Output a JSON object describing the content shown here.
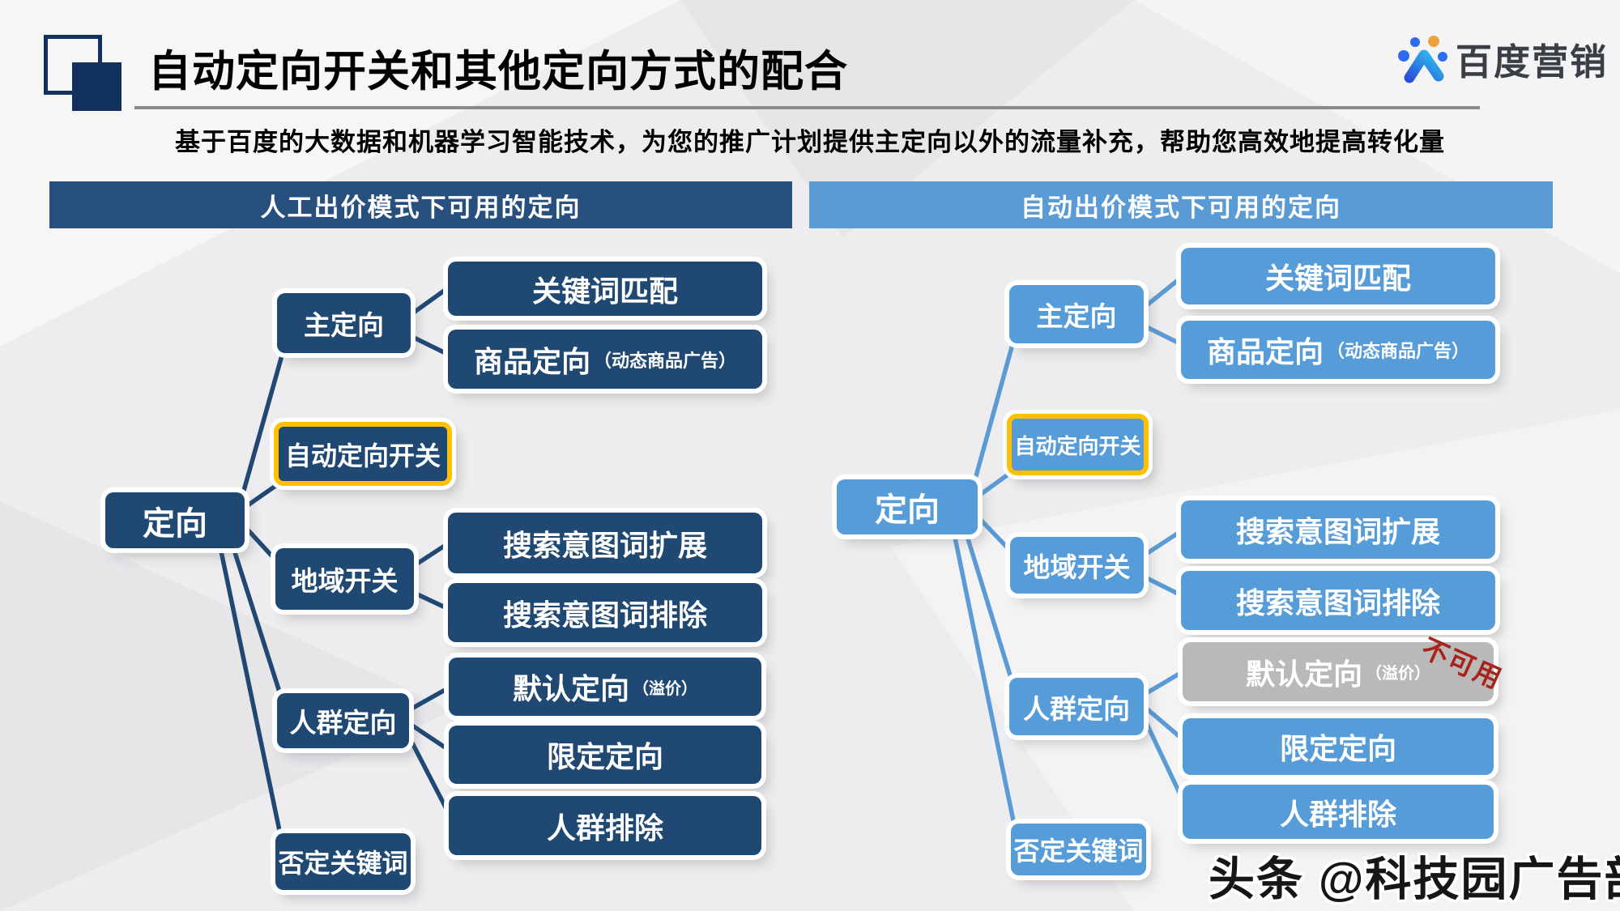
{
  "slide": {
    "title": "自动定向开关和其他定向方式的配合",
    "subtitle": "基于百度的大数据和机器学习智能技术，为您的推广计划提供主定向以外的流量补充，帮助您高效地提高转化量",
    "brand": "百度营销",
    "watermark": "头条 @科技园广告部"
  },
  "columns": {
    "manual": "人工出价模式下可用的定向",
    "auto": "自动出价模式下可用的定向"
  },
  "nodes": {
    "root": "定向",
    "main_targeting": "主定向",
    "keyword_match": "关键词匹配",
    "product_targeting": "商品定向",
    "product_targeting_note": "（动态商品广告）",
    "auto_switch": "自动定向开关",
    "region_switch": "地域开关",
    "search_intent_expand": "搜索意图词扩展",
    "search_intent_exclude": "搜索意图词排除",
    "crowd_targeting": "人群定向",
    "default_targeting": "默认定向",
    "default_targeting_note": "（溢价）",
    "restricted_targeting": "限定定向",
    "crowd_exclude": "人群排除",
    "negative_keywords": "否定关键词",
    "unavailable": "不可用"
  },
  "tree_structure": {
    "root": "定向",
    "children": [
      {
        "label": "主定向",
        "children": [
          "关键词匹配",
          "商品定向（动态商品广告）"
        ]
      },
      {
        "label": "自动定向开关",
        "highlighted": true,
        "children": []
      },
      {
        "label": "地域开关",
        "children": [
          "搜索意图词扩展",
          "搜索意图词排除"
        ]
      },
      {
        "label": "人群定向",
        "children": [
          "默认定向（溢价）",
          "限定定向",
          "人群排除"
        ]
      },
      {
        "label": "否定关键词",
        "children": []
      }
    ],
    "note": "右侧自动出价模式中 默认定向（溢价） 标记为 不可用"
  },
  "colors": {
    "navy_box": "#1F4873",
    "navy_header": "#27507F",
    "blue_box": "#569CD8",
    "blue_header": "#5B9BD5",
    "gold_border": "#FFC000",
    "gray_disabled_box": "#B9B9B9",
    "red_annotation": "#A8231C",
    "logo_navy": "#12305E",
    "background": "#EDEDEF"
  }
}
